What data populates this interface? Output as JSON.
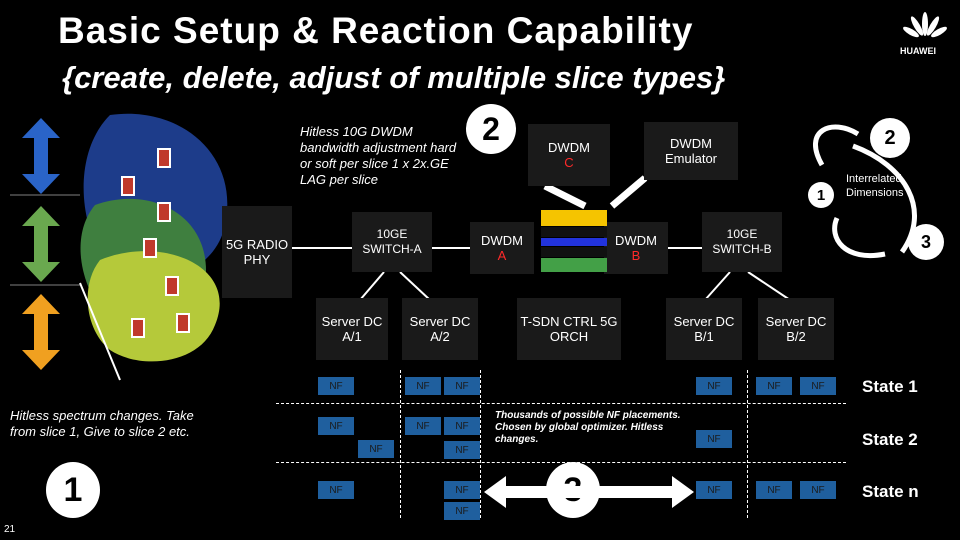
{
  "title": "Basic Setup & Reaction Capability",
  "subtitle": "{create, delete, adjust of multiple slice types}",
  "brand": "HUAWEI",
  "slide_number": "21",
  "hitless_dwdm_note": "Hitless 10G DWDM bandwidth adjustment hard or soft per slice 1 x 2x.GE LAG per slice",
  "hitless_spectrum_note": "Hitless spectrum changes. Take from slice 1, Give to slice 2 etc.",
  "nf_placement_note": "Thousands of possible NF placements. Chosen by global optimizer. Hitless changes.",
  "markers": {
    "m1": "1",
    "m2": "2",
    "m3": "3",
    "r1": "1",
    "r2": "2",
    "r3": "3"
  },
  "interrelated": "Interrelated Dimensions",
  "boxes": {
    "radio": "5G RADIO PHY",
    "switch_a": "10GE SWITCH-A",
    "switch_b": "10GE SWITCH-B",
    "dwdm_c": "DWDM",
    "dwdm_c_letter": "C",
    "emulator": "DWDM Emulator",
    "dwdm_a": "DWDM",
    "dwdm_a_letter": "A",
    "dwdm_b": "DWDM",
    "dwdm_b_letter": "B",
    "tsdn": "T-SDN CTRL 5G ORCH",
    "server_a1": "Server DC A/1",
    "server_a2": "Server DC A/2",
    "server_b1": "Server DC B/1",
    "server_b2": "Server DC B/2"
  },
  "nf_label": "NF",
  "states": [
    "State 1",
    "State 2",
    "State n"
  ],
  "colors": {
    "nf_box": "#1f5f9e",
    "accent_red": "#ff2a2a",
    "slice_blue": "#2a64c8",
    "slice_green": "#6aa84f",
    "slice_yellow": "#f0a020"
  }
}
